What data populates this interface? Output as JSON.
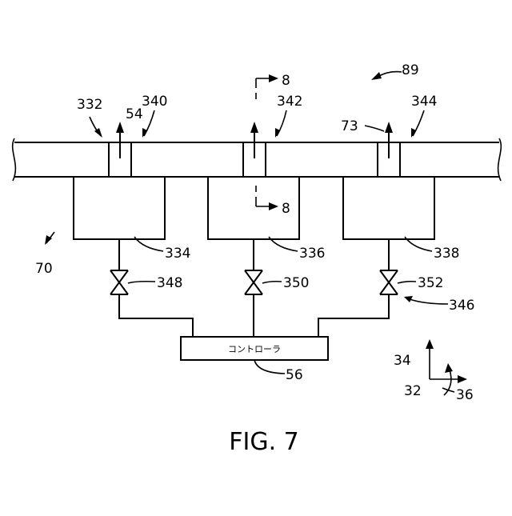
{
  "labels": {
    "l89": "89",
    "l8_top": "8",
    "l8_bottom": "8",
    "l332": "332",
    "l54": "54",
    "l340": "340",
    "l342": "342",
    "l73": "73",
    "l344": "344",
    "l70": "70",
    "l334": "334",
    "l336": "336",
    "l338": "338",
    "l348": "348",
    "l350": "350",
    "l352": "352",
    "l346": "346",
    "l56": "56",
    "l34": "34",
    "l32": "32",
    "l36": "36"
  },
  "controller": {
    "label": "コントローラ"
  },
  "caption": "FIG. 7"
}
